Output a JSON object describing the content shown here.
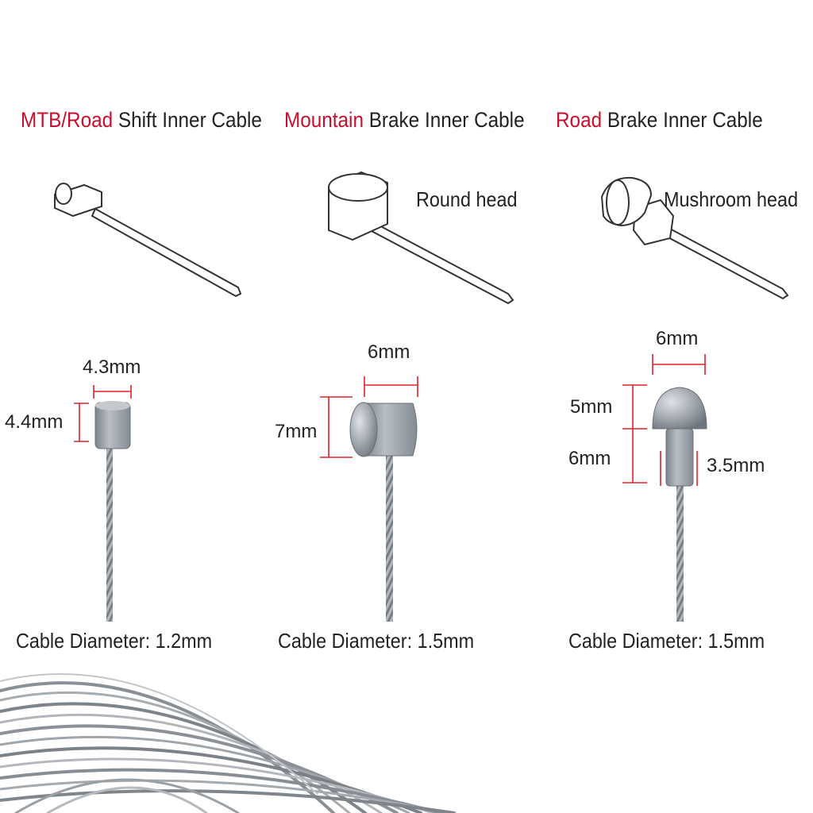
{
  "columns": [
    {
      "title_accent": "MTB/Road",
      "title_rest": " Shift Inner Cable",
      "head_label": "",
      "dimensions": {
        "width": "4.3mm",
        "height": "4.4mm"
      },
      "cable_diameter": "Cable Diameter: 1.2mm"
    },
    {
      "title_accent": "Mountain",
      "title_rest": " Brake Inner Cable",
      "head_label": "Round head",
      "dimensions": {
        "width": "6mm",
        "height": "7mm"
      },
      "cable_diameter": "Cable Diameter: 1.5mm"
    },
    {
      "title_accent": "Road",
      "title_rest": " Brake Inner Cable",
      "head_label": "Mushroom head",
      "dimensions": {
        "width": "6mm",
        "cap_height": "5mm",
        "neck_height": "6mm",
        "neck_width": "3.5mm"
      },
      "cable_diameter": "Cable Diameter: 1.5mm"
    }
  ],
  "colors": {
    "accent": "#c8102e",
    "dimension_lines": "#e0202a",
    "text": "#222222",
    "metal": "#9aa0a8"
  }
}
